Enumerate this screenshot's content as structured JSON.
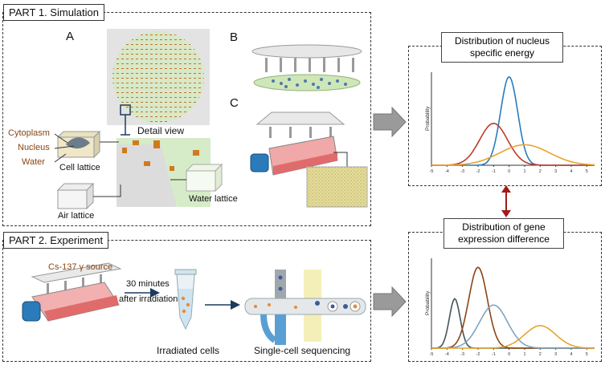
{
  "part1": {
    "title": "PART 1. Simulation"
  },
  "part2": {
    "title": "PART 2. Experiment"
  },
  "panels": {
    "a": "A",
    "b": "B",
    "c": "C"
  },
  "labels": {
    "detail_view": "Detail view",
    "cytoplasm": "Cytoplasm",
    "nucleus": "Nucleus",
    "water": "Water",
    "cell_lattice": "Cell lattice",
    "water_lattice": "Water lattice",
    "air_lattice": "Air lattice",
    "source": "Cs-137 γ source",
    "time_line1": "30 minutes",
    "time_line2": "after irradiation",
    "irradiated_cells": "Irradiated cells",
    "scs": "Single-cell sequencing"
  },
  "colors": {
    "blue": "#2b7bbb",
    "red": "#c0392b",
    "orange": "#e8a32e",
    "brown": "#8b4513",
    "grey": "#7fa4c2",
    "dark": "#445555"
  },
  "chart_data": [
    {
      "type": "line",
      "title": "Distribution of nucleus specific energy",
      "ylabel": "Probability",
      "xlabel": "",
      "x_ticks": [
        "-5",
        "-4",
        "-3",
        "-2",
        "-1",
        "0",
        "1",
        "2",
        "3",
        "4",
        "5"
      ],
      "xlim": [
        -5,
        5.5
      ],
      "ylim": [
        0,
        1
      ],
      "series": [
        {
          "mu": 0,
          "sigma": 0.55,
          "amp": 0.95,
          "color": "#2b7bbb"
        },
        {
          "mu": -1,
          "sigma": 0.9,
          "amp": 0.45,
          "color": "#c0392b"
        },
        {
          "mu": 1,
          "sigma": 1.6,
          "amp": 0.22,
          "color": "#e8a32e"
        }
      ]
    },
    {
      "type": "line",
      "title": "Distribution of gene expression difference",
      "ylabel": "Probability",
      "xlabel": "",
      "x_ticks": [
        "-5",
        "-4",
        "-3",
        "-2",
        "-1",
        "0",
        "1",
        "2",
        "3",
        "4",
        "5"
      ],
      "xlim": [
        -5,
        5.5
      ],
      "ylim": [
        0,
        1
      ],
      "series": [
        {
          "mu": -3.5,
          "sigma": 0.35,
          "amp": 0.55,
          "color": "#445555"
        },
        {
          "mu": -2,
          "sigma": 0.6,
          "amp": 0.9,
          "color": "#8b4513"
        },
        {
          "mu": -1,
          "sigma": 0.9,
          "amp": 0.48,
          "color": "#7fa4c2"
        },
        {
          "mu": 2,
          "sigma": 1.0,
          "amp": 0.25,
          "color": "#e8a32e"
        }
      ]
    }
  ]
}
